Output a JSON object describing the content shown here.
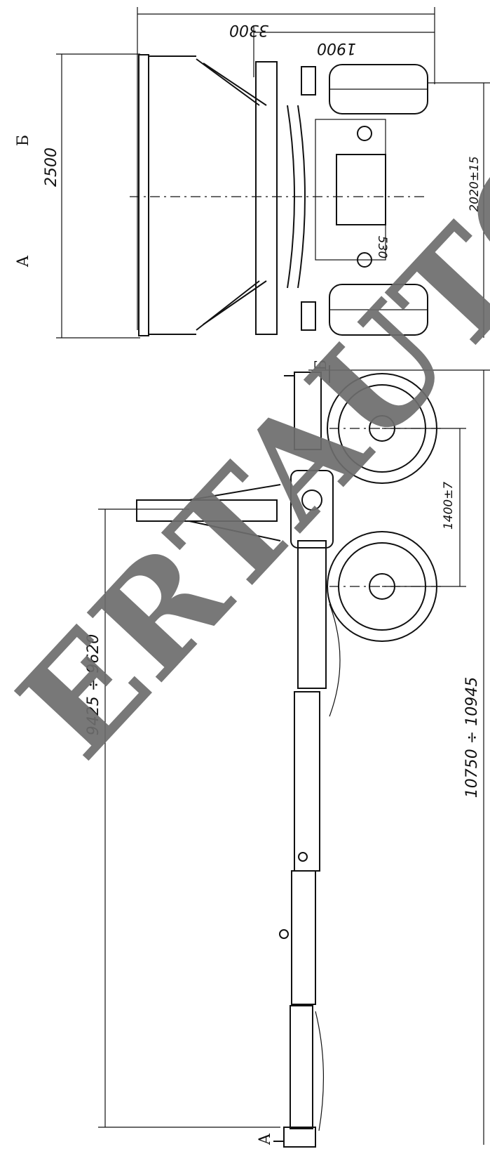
{
  "views": {
    "view_a_label": "А",
    "view_b_label": "Б",
    "section_a_marker": "А",
    "section_b_marker": "Б"
  },
  "dimensions": {
    "overall_width": "3300",
    "track_width": "1900",
    "height": "2500",
    "fifth_wheel_height": "2020±15",
    "small_offset": "530",
    "axle_spacing": "1400±7",
    "coupling_length": "9425 ÷ 9620",
    "overall_length": "10750 ÷ 10945"
  },
  "watermark": {
    "text": "ERTAUTO.R",
    "color": "#6d6d6d"
  }
}
